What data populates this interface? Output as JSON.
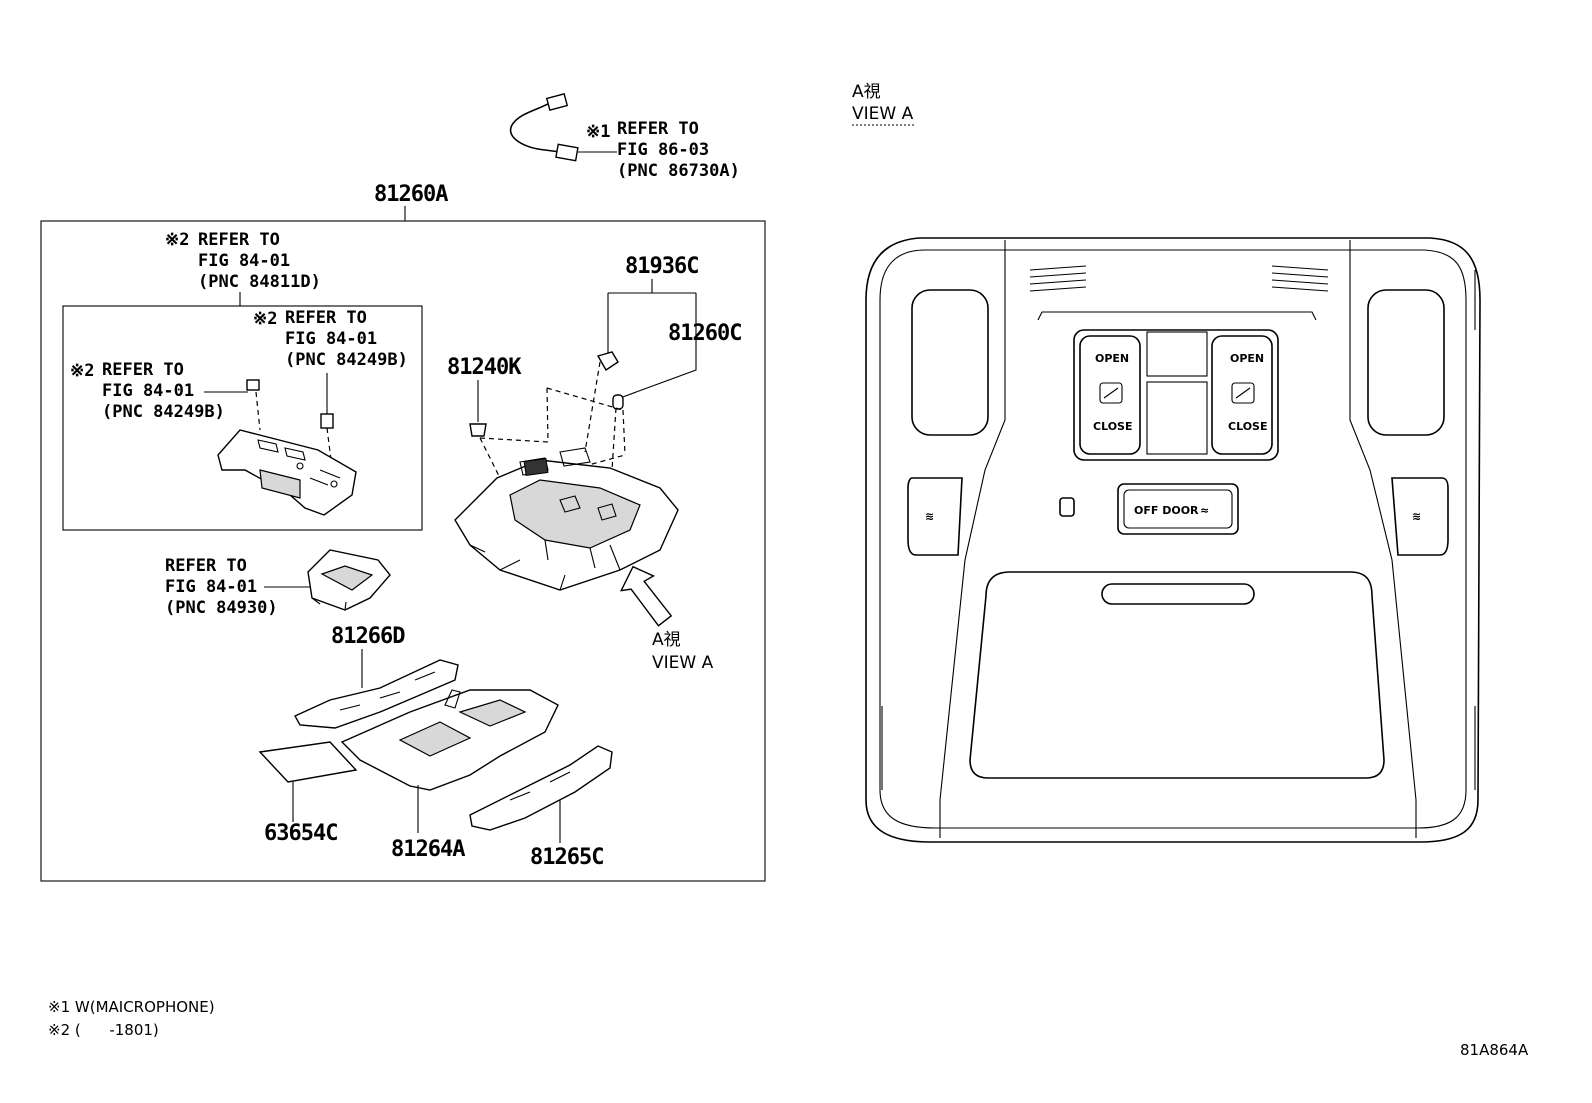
{
  "parts": {
    "p81260A": "81260A",
    "p81936C": "81936C",
    "p81260C": "81260C",
    "p81240K": "81240K",
    "p81266D": "81266D",
    "p63654C": "63654C",
    "p81264A": "81264A",
    "p81265C": "81265C"
  },
  "refs": {
    "r1": {
      "mark": "※1",
      "line1": "REFER TO",
      "line2": "FIG 86-03",
      "line3": "(PNC 86730A)"
    },
    "r2": {
      "mark": "※2",
      "line1": "REFER TO",
      "line2": "FIG 84-01",
      "line3": "(PNC 84811D)"
    },
    "r3": {
      "mark": "※2",
      "line1": "REFER TO",
      "line2": "FIG 84-01",
      "line3": "(PNC 84249B)"
    },
    "r4": {
      "mark": "※2",
      "line1": "REFER TO",
      "line2": "FIG 84-01",
      "line3": "(PNC 84249B)"
    },
    "r5": {
      "line1": "REFER TO",
      "line2": "FIG 84-01",
      "line3": "(PNC 84930)"
    }
  },
  "view_labels": {
    "arrow_jp": "A視",
    "arrow_en": "VIEW A",
    "title_jp": "A視",
    "title_en": "VIEW A"
  },
  "console_labels": {
    "open_left": "OPEN",
    "close_left": "CLOSE",
    "open_right": "OPEN",
    "close_right": "CLOSE",
    "switch": "OFF DOOR"
  },
  "footnotes": {
    "n1": "※1 W(MAICROPHONE)",
    "n2": "※2 (      -1801)"
  },
  "figure_code": "81A864A"
}
